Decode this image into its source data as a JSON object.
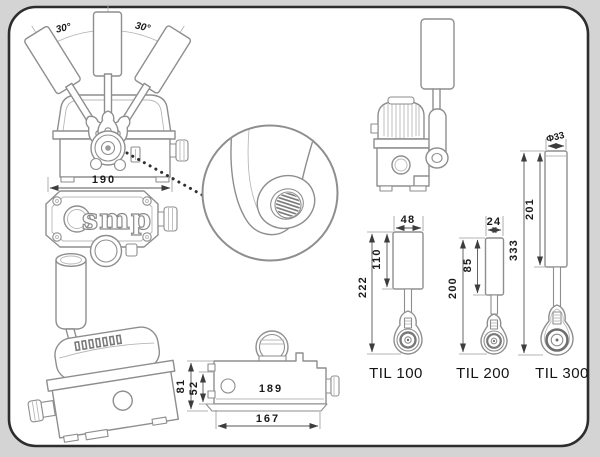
{
  "colors": {
    "background": "#d4d4d4",
    "panel": "#ffffff",
    "frame_border": "#2d2d2d",
    "line": "#8e8e8e",
    "dim_text": "#1b1b1b"
  },
  "front_view": {
    "angle_left": "30°",
    "angle_right": "30°",
    "width": "190"
  },
  "top_view": {
    "logo": "smp"
  },
  "side_view": {
    "overall_height": "81",
    "body_height": "52",
    "inner_length": "189",
    "base_length": "167"
  },
  "levers": [
    {
      "label": "TIL 100",
      "width": "48",
      "weight_length": "110",
      "overall_length": "222"
    },
    {
      "label": "TIL 200",
      "width": "24",
      "weight_length": "85",
      "overall_length": "200"
    },
    {
      "label": "TIL 300",
      "width": "Φ33",
      "weight_length": "201",
      "overall_length": "333"
    }
  ]
}
